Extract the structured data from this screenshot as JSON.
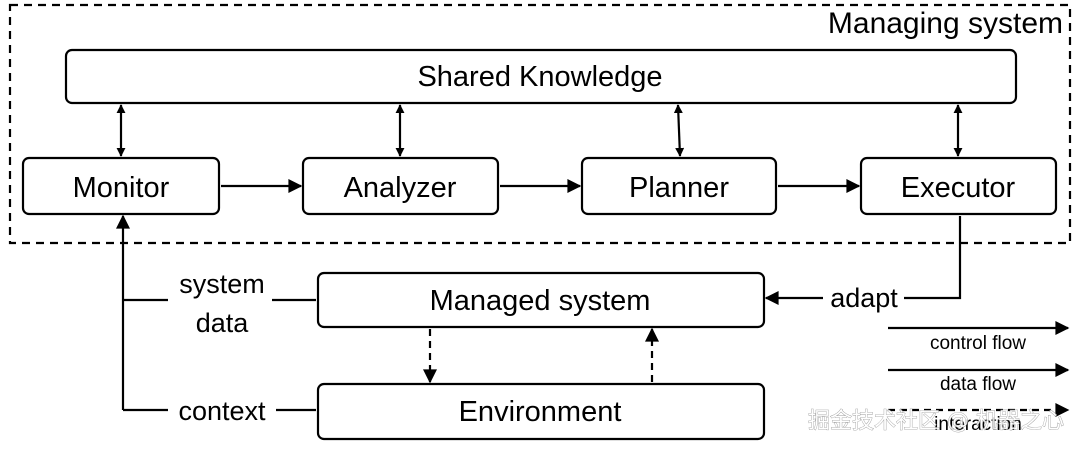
{
  "managing_system_label": "Managing system",
  "components": {
    "shared_knowledge": "Shared Knowledge",
    "monitor": "Monitor",
    "analyzer": "Analyzer",
    "planner": "Planner",
    "executor": "Executor",
    "managed_system": "Managed system",
    "environment": "Environment"
  },
  "edge_labels": {
    "system_data_line1": "system",
    "system_data_line2": "data",
    "context": "context",
    "adapt": "adapt"
  },
  "legend": {
    "control_flow": "control flow",
    "data_flow": "data flow",
    "third_partial": "interaction"
  },
  "watermark": "掘金技术社区 @ 机器之心"
}
